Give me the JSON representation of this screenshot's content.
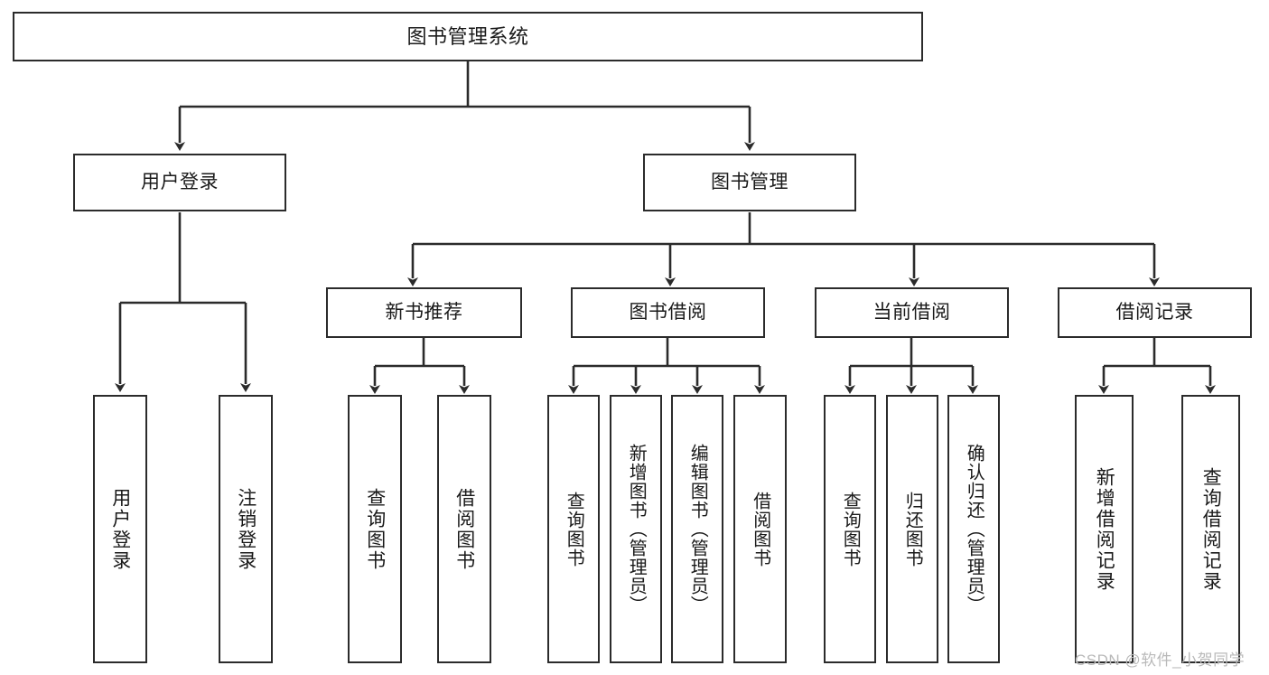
{
  "diagram": {
    "title": "图书管理系统",
    "background_color": "#ffffff",
    "line_color": "#2b2b2b",
    "box_border_color": "#2b2b2b",
    "box_fill_color": "#ffffff",
    "text_color": "#1a1a1a",
    "orientation": "top-down-tree",
    "levels": 4
  },
  "nodes": {
    "root": {
      "label": "图书管理系统"
    },
    "level1": [
      {
        "label": "用户登录"
      },
      {
        "label": "图书管理"
      }
    ],
    "level2": [
      {
        "label": "新书推荐"
      },
      {
        "label": "图书借阅"
      },
      {
        "label": "当前借阅"
      },
      {
        "label": "借阅记录"
      }
    ],
    "leaves_user_login": [
      {
        "label": "用户登录"
      },
      {
        "label": "注销登录"
      }
    ],
    "leaves_new_book": [
      {
        "label": "查询图书"
      },
      {
        "label": "借阅图书"
      }
    ],
    "leaves_borrow": [
      {
        "label": "查询图书"
      },
      {
        "label": "新增图书（管理员）"
      },
      {
        "label": "编辑图书（管理员）"
      },
      {
        "label": "借阅图书"
      }
    ],
    "leaves_current": [
      {
        "label": "查询图书"
      },
      {
        "label": "归还图书"
      },
      {
        "label": "确认归还（管理员）"
      }
    ],
    "leaves_record": [
      {
        "label": "新增借阅记录"
      },
      {
        "label": "查询借阅记录"
      }
    ]
  },
  "watermark": {
    "text": "CSDN @软件_小贺同学"
  }
}
